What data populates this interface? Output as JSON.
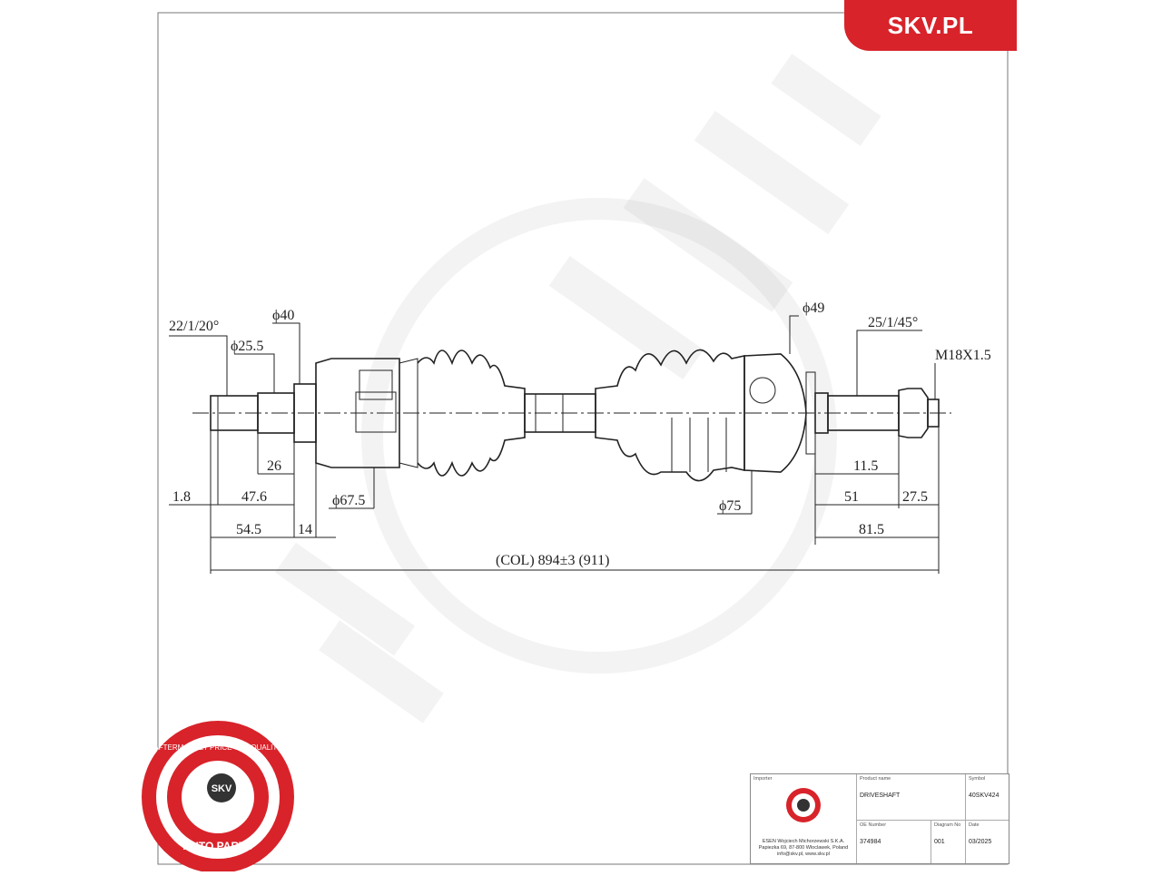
{
  "brand": {
    "logo_text": "SKV.PL",
    "color": "#d8232a"
  },
  "seal": {
    "ring_text_top": "AFTERMARKET PRICE · OE QUALITY",
    "ring_text_bottom": "AUTO PARTS",
    "center": "SKV"
  },
  "dimensions": {
    "spline_left": "22/1/20°",
    "d_25_5": "ϕ25.5",
    "d_40": "ϕ40",
    "d_49": "ϕ49",
    "spline_right": "25/1/45°",
    "thread": "M18X1.5",
    "len_26": "26",
    "len_1_8": "1.8",
    "len_47_6": "47.6",
    "d_67_5": "ϕ67.5",
    "len_54_5": "54.5",
    "len_14": "14",
    "d_75": "ϕ75",
    "len_11_5": "11.5",
    "len_51": "51",
    "len_27_5": "27.5",
    "len_81_5": "81.5",
    "total": "(COL) 894±3 (911)"
  },
  "title_block": {
    "importer_label": "Importer",
    "importer_text_1": "ESEN Wojciech Michorzewski S.K.A.",
    "importer_text_2": "Papiezka 69, 87-800 Wloclawek, Poland",
    "importer_text_3": "info@skv.pl, www.skv.pl",
    "product_label": "Product name",
    "product_value": "DRIVESHAFT",
    "symbol_label": "Symbol",
    "symbol_value": "40SKV424",
    "oe_label": "OE Number",
    "oe_value": "374984",
    "diagram_label": "Diagram No",
    "diagram_value": "001",
    "date_label": "Date",
    "date_value": "03/2025"
  }
}
